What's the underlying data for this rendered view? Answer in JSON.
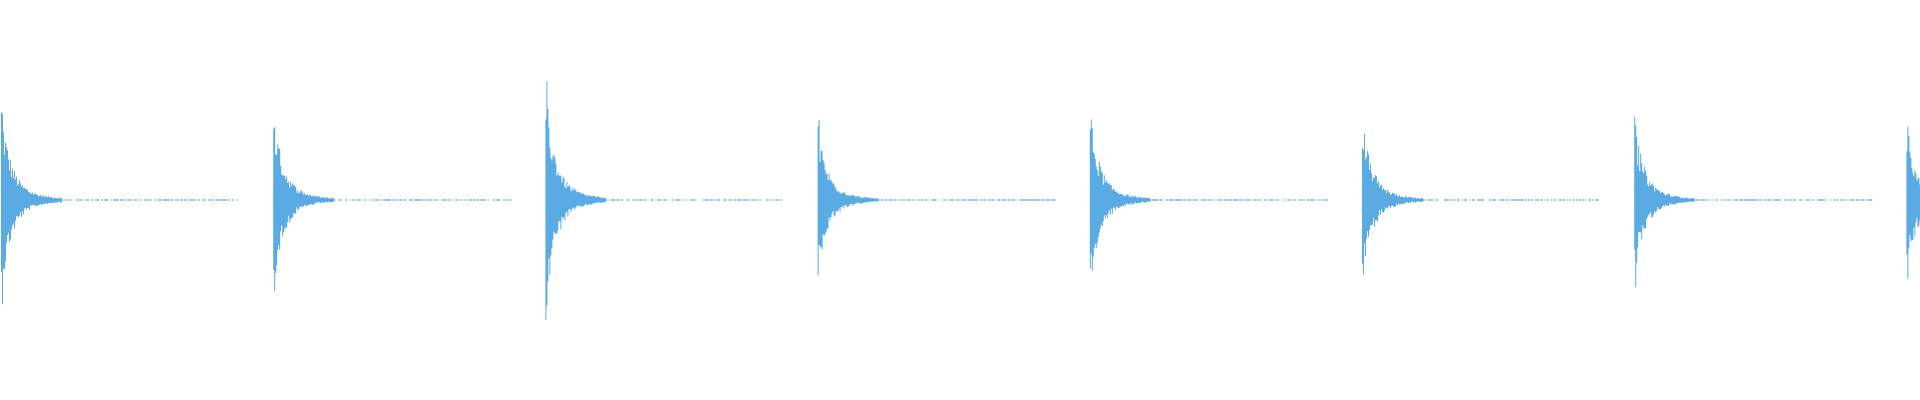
{
  "waveform": {
    "color": "#5aaae4",
    "background": "#ffffff",
    "hit_count": 8,
    "hits": [
      {
        "peak_up": 0.86,
        "peak_down": 0.87
      },
      {
        "peak_up": 0.82,
        "peak_down": 0.82
      },
      {
        "peak_up": 1.0,
        "peak_down": 1.0
      },
      {
        "peak_up": 0.68,
        "peak_down": 0.68
      },
      {
        "peak_up": 0.8,
        "peak_down": 0.8
      },
      {
        "peak_up": 0.74,
        "peak_down": 0.74
      },
      {
        "peak_up": 0.74,
        "peak_down": 0.74
      },
      {
        "peak_up": 0.7,
        "peak_down": 0.7
      }
    ],
    "last_hit_truncated": true
  }
}
